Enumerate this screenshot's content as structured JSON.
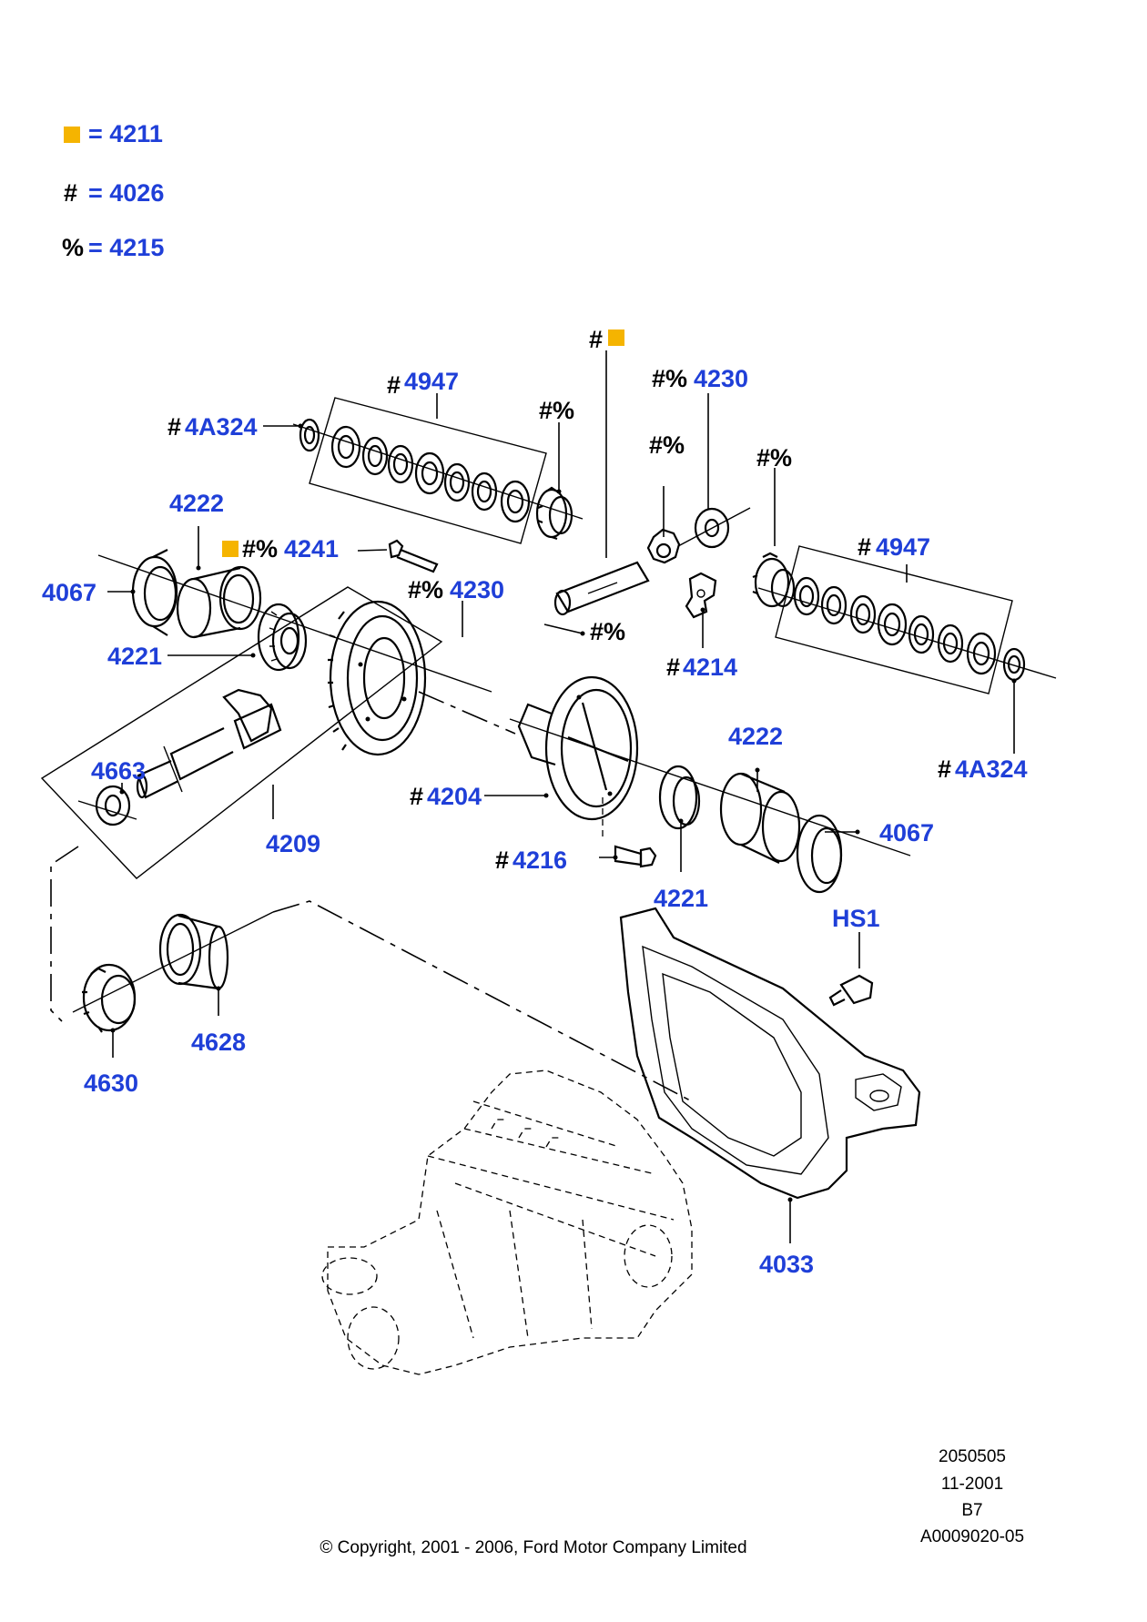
{
  "legend": {
    "square_value": "= 4211",
    "hash_symbol": "#",
    "hash_value": "= 4026",
    "percent_symbol": "%",
    "percent_value": "= 4215"
  },
  "callouts": {
    "hash_square_top": "#",
    "c4947_upper_prefix": "#",
    "c4947_upper": "4947",
    "c4A324_left_prefix": "#",
    "c4A324_left": "4A324",
    "hp_upper_gear": "#%",
    "c4230_top_prefix": "#%",
    "c4230_top": "4230",
    "hp_mid_gear": "#%",
    "hp_right_gear": "#%",
    "c4222_top": "4222",
    "c4241_prefix": "#%",
    "c4241": "4241",
    "c4067_left": "4067",
    "c4947_right_prefix": "#",
    "c4947_right": "4947",
    "c4230_mid_prefix": "#%",
    "c4230_mid": "4230",
    "hp_lower_gear": "#%",
    "c4221_left": "4221",
    "c4214_prefix": "#",
    "c4214": "4214",
    "c4663": "4663",
    "c4222_right": "4222",
    "c4A324_right_prefix": "#",
    "c4A324_right": "4A324",
    "c4204_prefix": "#",
    "c4204": "4204",
    "c4067_right": "4067",
    "c4209": "4209",
    "c4216_prefix": "#",
    "c4216": "4216",
    "c4221_right": "4221",
    "hs1": "HS1",
    "c4628": "4628",
    "c4630": "4630",
    "c4033": "4033"
  },
  "footer": {
    "ref1": "2050505",
    "ref2": "11-2001",
    "ref3": "B7",
    "ref4": "A0009020-05",
    "copyright": "© Copyright, 2001 - 2006, Ford Motor Company Limited"
  },
  "colors": {
    "callout_blue": "#1f3fd8",
    "marker_orange": "#f5b400",
    "line": "#000000"
  }
}
